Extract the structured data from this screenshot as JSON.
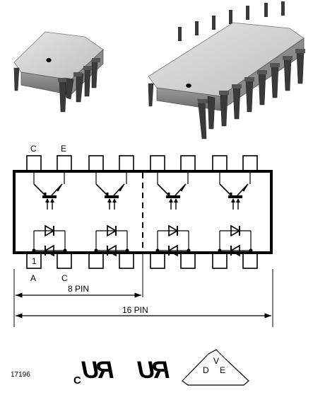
{
  "pin_labels": {
    "c_top": "C",
    "e_top": "E",
    "pin1": "1",
    "a_bottom": "A",
    "c_bottom": "C"
  },
  "dimensions": {
    "eight_pin": "8 PIN",
    "sixteen_pin": "16 PIN"
  },
  "figure_id": "17196",
  "certifications": {
    "ur_c_prefix": "C",
    "ur_mark_1": "RU",
    "ur_mark_2": "RU",
    "vde_v": "V",
    "vde_d": "D",
    "vde_e": "E"
  },
  "package_color": "#c8c8c8",
  "lead_color": "#3a3a3a",
  "channels": 4
}
